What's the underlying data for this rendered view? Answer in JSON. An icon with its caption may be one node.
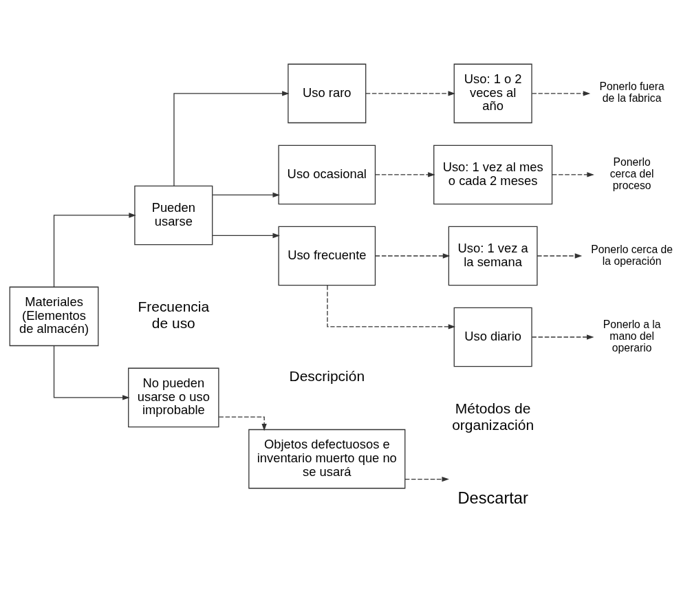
{
  "diagram": {
    "nodes": [
      {
        "text": [
          "Materiales (Elementos de almacén)"
        ]
      },
      {
        "text": [
          "No pueden usarse o uso improbable"
        ]
      },
      {
        "text": [
          "Objetos defectuosos e inventario muerto que no se usará"
        ]
      },
      {
        "text": [
          "Descartar"
        ]
      },
      {
        "text": [
          "Pueden usarse"
        ]
      },
      {
        "text": [
          "Uso raro"
        ]
      },
      {
        "text": [
          "Uso: 1 o 2 veces al año"
        ]
      },
      {
        "text": [
          "Ponerlo fuera de la fabrica"
        ]
      },
      {
        "text": [
          "Uso ocasional"
        ]
      },
      {
        "text": [
          "Uso: 1 vez al mes o cada 2 meses"
        ]
      },
      {
        "text": [
          "Ponerlo cerca del proceso"
        ]
      },
      {
        "text": [
          "Uso frecuente"
        ]
      },
      {
        "text": [
          "Uso: 1 vez a la semana"
        ]
      },
      {
        "text": [
          "Ponerlo cerca de la operación"
        ]
      },
      {
        "text": [
          "Uso diario"
        ]
      },
      {
        "text": [
          "Ponerlo a la mano del operario"
        ]
      }
    ],
    "edges": [
      {
        "from": 0,
        "to": 1,
        "arrow": "to"
      },
      {
        "from": 0,
        "to": 4,
        "arrow": "to"
      },
      {
        "from": 1,
        "to": 2,
        "arrow": "to",
        "style": "dashed"
      },
      {
        "from": 2,
        "to": 3,
        "arrow": "to",
        "style": "dashed"
      },
      {
        "from": 4,
        "to": 5,
        "arrow": "to"
      },
      {
        "from": 4,
        "to": 8,
        "arrow": "to"
      },
      {
        "from": 4,
        "to": 11,
        "arrow": "to"
      },
      {
        "from": 5,
        "to": 6,
        "arrow": "to",
        "style": "dashed"
      },
      {
        "from": 6,
        "to": 7,
        "arrow": "to",
        "style": "dashed"
      },
      {
        "from": 8,
        "to": 9,
        "arrow": "to",
        "style": "dashed"
      },
      {
        "from": 9,
        "to": 10,
        "arrow": "to",
        "style": "dashed"
      },
      {
        "from": 11,
        "to": 12,
        "arrow": "to",
        "style": "dashed"
      },
      {
        "from": 12,
        "to": 13,
        "arrow": "to",
        "style": "dashed"
      },
      {
        "from": 11,
        "to": 14,
        "arrow": "to",
        "style": "dashed"
      },
      {
        "from": 14,
        "to": 15,
        "arrow": "to",
        "style": "dashed"
      }
    ],
    "labels": [
      "Frecuencia de uso",
      "Descripción",
      "Métodos de organización"
    ]
  }
}
